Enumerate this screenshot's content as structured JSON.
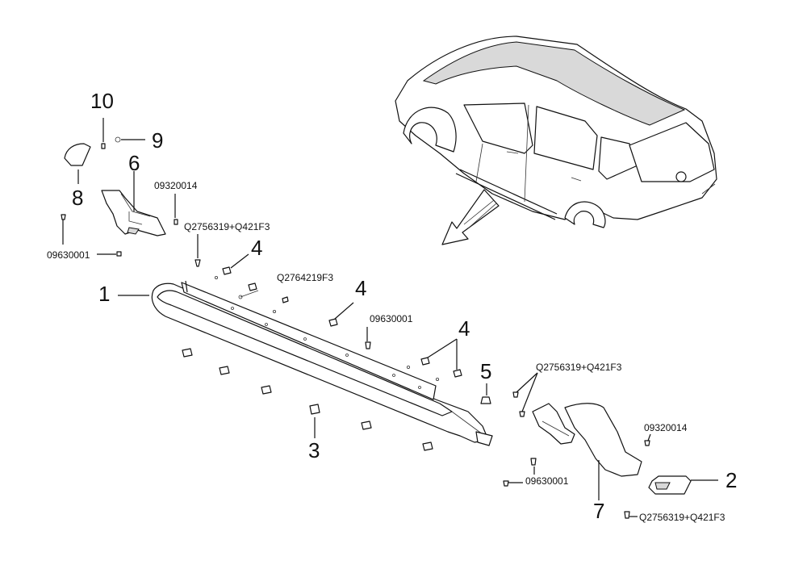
{
  "callouts": {
    "c1": "1",
    "c2": "2",
    "c3": "3",
    "c4a": "4",
    "c4b": "4",
    "c4c": "4",
    "c5": "5",
    "c6": "6",
    "c7": "7",
    "c8": "8",
    "c9": "9",
    "c10": "10"
  },
  "part_codes": {
    "p09320014_a": "09320014",
    "q2756319_a": "Q2756319+Q421F3",
    "p09630001_a": "09630001",
    "q2764219": "Q2764219F3",
    "p09630001_b": "09630001",
    "q2756319_b": "Q2756319+Q421F3",
    "p09320014_b": "09320014",
    "p09630001_c": "09630001",
    "q2756319_c": "Q2756319+Q421F3"
  }
}
